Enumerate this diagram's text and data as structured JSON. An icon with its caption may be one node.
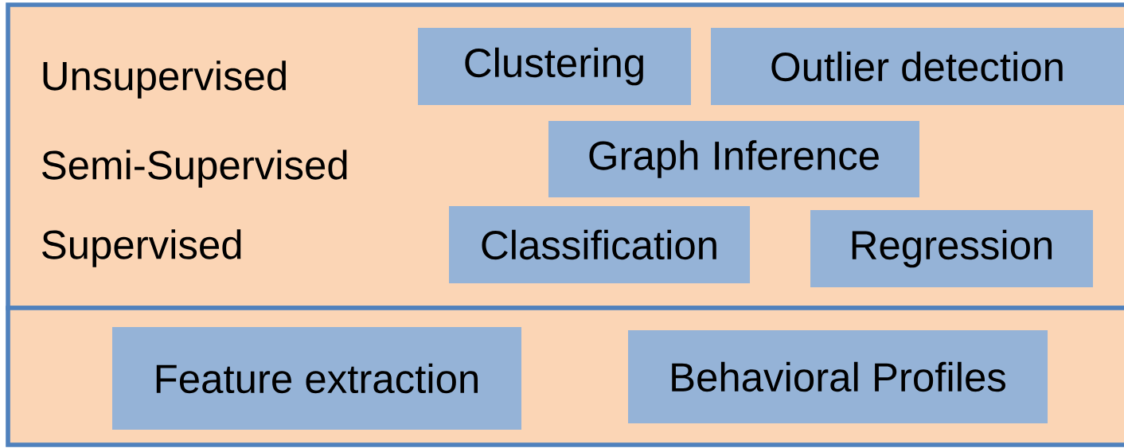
{
  "diagram": {
    "nodes": [
      {
        "text": [],
        "shape": "box"
      },
      {
        "text": [
          "Clustering"
        ],
        "in": 0
      },
      {
        "text": [
          "Outlier detection"
        ],
        "in": 0
      },
      {
        "text": [
          "Graph Inference"
        ],
        "in": 0
      },
      {
        "text": [
          "Classification"
        ],
        "in": 0
      },
      {
        "text": [
          "Regression"
        ],
        "in": 0
      },
      {
        "text": [],
        "shape": "box"
      },
      {
        "text": [
          "Feature extraction"
        ],
        "in": 6
      },
      {
        "text": [
          "Behavioral Profiles"
        ],
        "in": 6
      }
    ],
    "edges": [],
    "labels": [
      "Unsupervised",
      "Semi-Supervised",
      "Supervised"
    ]
  }
}
